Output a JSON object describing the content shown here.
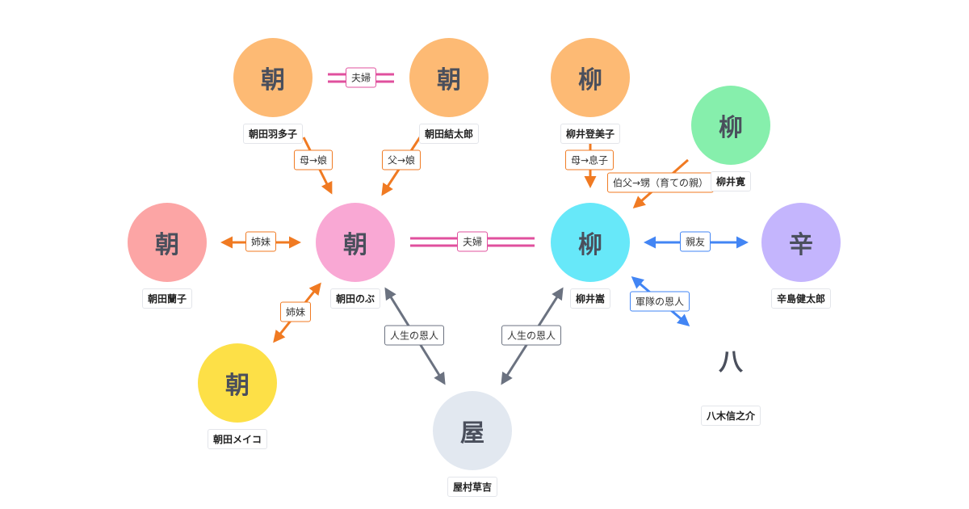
{
  "colors": {
    "orange": "#f07a22",
    "pink": "#e0509e",
    "blue": "#4285f4",
    "gray": "#6b7280"
  },
  "people": {
    "hatako": {
      "glyph": "朝",
      "name": "朝田羽多子",
      "color": "#fdba74"
    },
    "yuitaro": {
      "glyph": "朝",
      "name": "朝田結太郎",
      "color": "#fdba74"
    },
    "tomiko": {
      "glyph": "柳",
      "name": "柳井登美子",
      "color": "#fdba74"
    },
    "hiroshi": {
      "glyph": "柳",
      "name": "柳井寛",
      "color": "#86efac"
    },
    "ranko": {
      "glyph": "朝",
      "name": "朝田蘭子",
      "color": "#fca5a5"
    },
    "nobu": {
      "glyph": "朝",
      "name": "朝田のぶ",
      "color": "#f9a8d4"
    },
    "takashi": {
      "glyph": "柳",
      "name": "柳井嵩",
      "color": "#67e8f9"
    },
    "kentaro": {
      "glyph": "辛",
      "name": "辛島健太郎",
      "color": "#c4b5fd"
    },
    "meiko": {
      "glyph": "朝",
      "name": "朝田メイコ",
      "color": "#fde047"
    },
    "soukichi": {
      "glyph": "屋",
      "name": "屋村草吉",
      "color": "#e2e8f0"
    },
    "yagi": {
      "glyph": "八",
      "name": "八木信之介",
      "color": "#ffffff"
    }
  },
  "relations": {
    "parents_couple": "夫婦",
    "mother_daughter": "母→娘",
    "father_daughter": "父→娘",
    "mother_son": "母→息子",
    "uncle_nephew": "伯父→甥（育ての親）",
    "sisters_ranko": "姉妹",
    "main_couple": "夫婦",
    "best_friend": "親友",
    "sisters_meiko": "姉妹",
    "life_benefactor_nobu": "人生の恩人",
    "life_benefactor_takashi": "人生の恩人",
    "military_benefactor": "軍隊の恩人"
  }
}
